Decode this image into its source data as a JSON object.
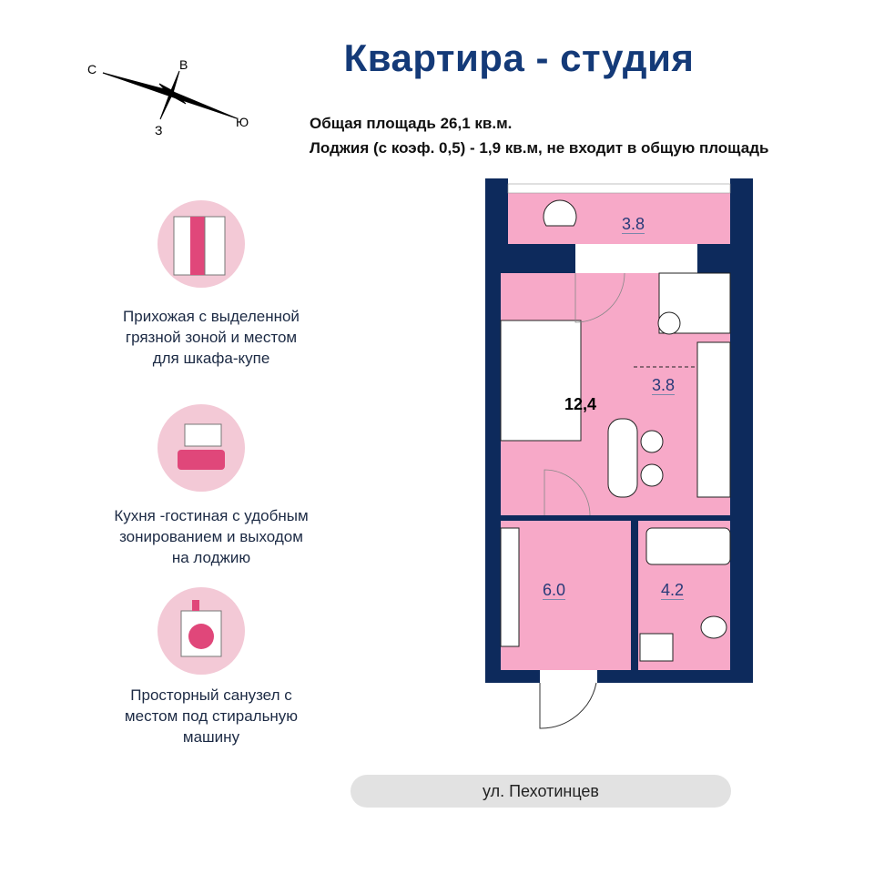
{
  "title": "Квартира - студия",
  "total_area": "Общая площадь 26,1 кв.м.",
  "loggia_note": "Лоджия (с коэф. 0,5) - 1,9 кв.м, не входит в общую площадь",
  "compass": {
    "north": "С",
    "east": "В",
    "south": "Ю",
    "west": "З"
  },
  "features": [
    {
      "icon": "wardrobe-icon",
      "lines": [
        "Прихожая с выделенной",
        "грязной зоной  и местом",
        "для шкафа-купе"
      ]
    },
    {
      "icon": "sofa-icon",
      "lines": [
        "Кухня -гостиная с удобным",
        "зонированием и выходом",
        "на лоджию"
      ]
    },
    {
      "icon": "washing-machine-icon",
      "lines": [
        "Просторный санузел с",
        "местом под стиральную",
        "машину"
      ]
    }
  ],
  "rooms": {
    "loggia": "3.8",
    "living": "12,4",
    "kitchen": "3.8",
    "hall": "6.0",
    "bathroom": "4.2"
  },
  "street": "ул. Пехотинцев",
  "colors": {
    "navy": "#0d2a5c",
    "pink": "#f7a9c8",
    "accent": "#143a78"
  }
}
